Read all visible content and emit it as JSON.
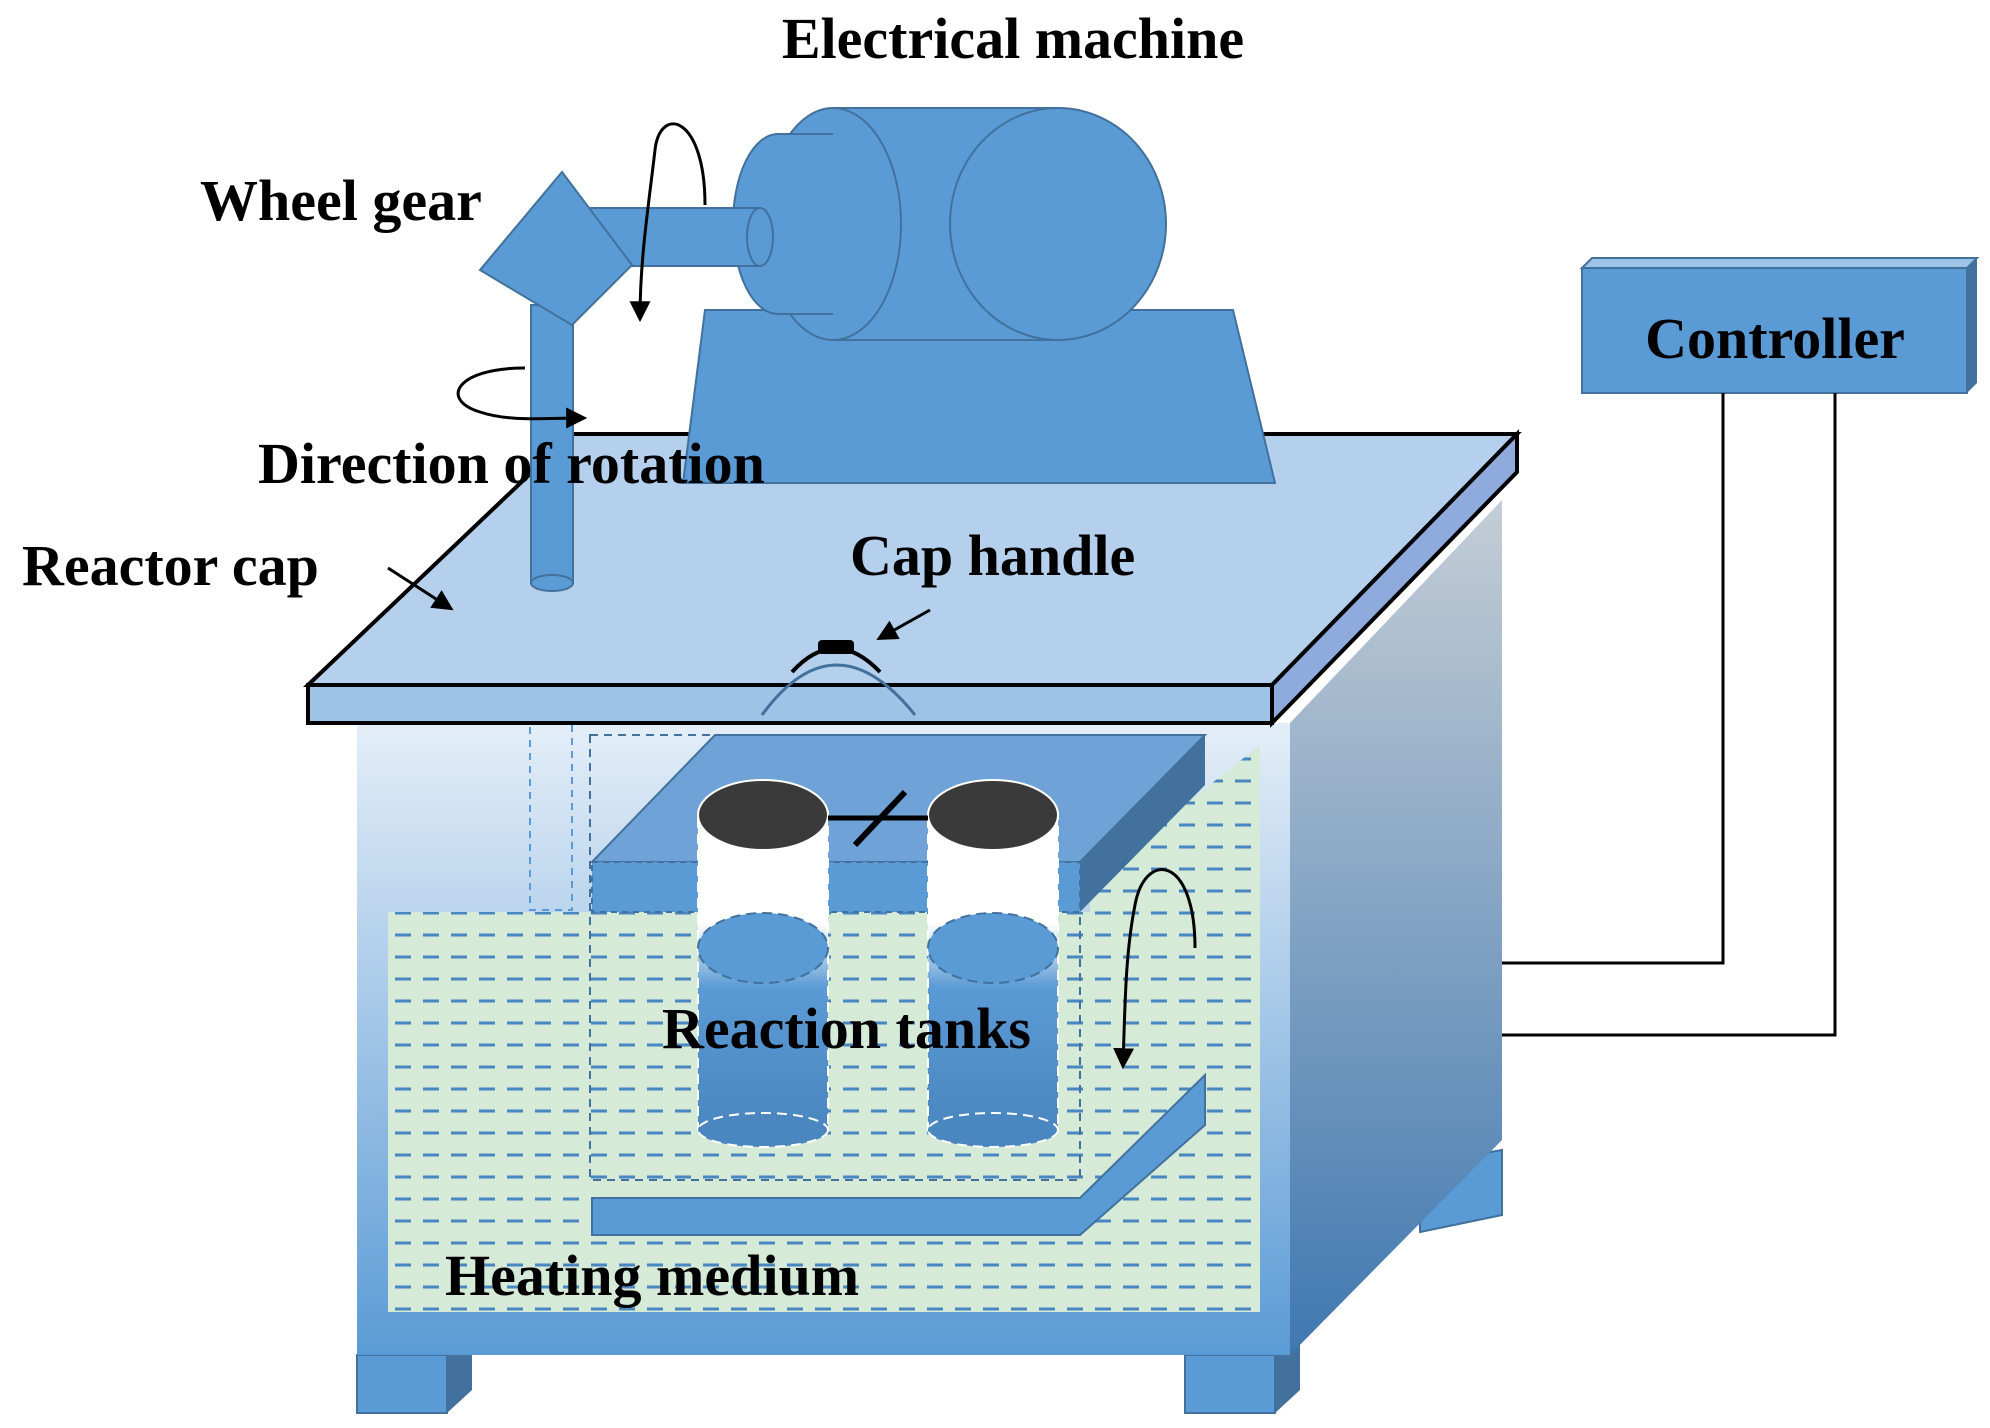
{
  "labels": {
    "electrical_machine": "Electrical machine",
    "wheel_gear": "Wheel gear",
    "direction_of_rotation": "Direction of rotation",
    "reactor_cap": "Reactor cap",
    "cap_handle": "Cap handle",
    "controller": "Controller",
    "reaction_tanks": "Reaction tanks",
    "heating_medium": "Heating medium"
  },
  "colors": {
    "component_blue": "#5b9bd5",
    "component_dark": "#41719c",
    "cap_top": "#b4d0ec",
    "heating_medium": "#d6ead8",
    "tank_lid": "#3a3a3a",
    "outline": "#000000"
  }
}
